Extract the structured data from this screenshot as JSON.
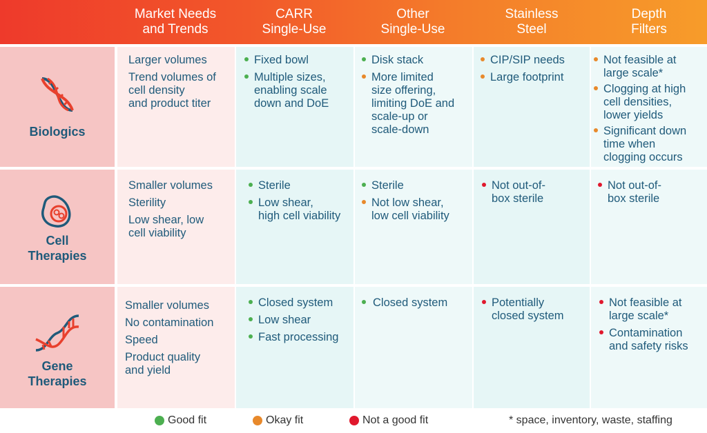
{
  "colors": {
    "good": "#4caf50",
    "okay": "#e8892b",
    "bad": "#e0182d",
    "header_start": "#f0442a",
    "header_end": "#f7a02a",
    "text": "#1f5a7a"
  },
  "header": {
    "col1": "Market Needs\nand Trends",
    "col2": "CARR\nSingle-Use",
    "col3": "Other\nSingle-Use",
    "col4": "Stainless\nSteel",
    "col5": "Depth\nFilters"
  },
  "rows": {
    "biologics": {
      "label": "Biologics",
      "icon": "dna-helix-icon",
      "needs": [
        "Larger volumes",
        "Trend volumes of\ncell density\nand product titer"
      ],
      "carr": [
        {
          "text": "Fixed bowl",
          "fit": "good"
        },
        {
          "text": "Multiple sizes,\nenabling scale\ndown and DoE",
          "fit": "good"
        }
      ],
      "other": [
        {
          "text": "Disk stack",
          "fit": "good"
        },
        {
          "text": "More limited\nsize offering,\nlimiting DoE and\nscale-up or\nscale-down",
          "fit": "okay"
        }
      ],
      "steel": [
        {
          "text": "CIP/SIP needs",
          "fit": "okay"
        },
        {
          "text": "Large footprint",
          "fit": "okay"
        }
      ],
      "depth": [
        {
          "text": "Not feasible at\nlarge scale*",
          "fit": "okay"
        },
        {
          "text": "Clogging at high\ncell densities,\nlower yields",
          "fit": "okay"
        },
        {
          "text": "Significant down\ntime when\nclogging occurs",
          "fit": "okay"
        }
      ]
    },
    "cell": {
      "label": "Cell\nTherapies",
      "icon": "cell-icon",
      "needs": [
        "Smaller volumes",
        "Sterility",
        "Low shear, low\ncell viability"
      ],
      "carr": [
        {
          "text": "Sterile",
          "fit": "good"
        },
        {
          "text": "Low shear,\nhigh cell viability",
          "fit": "good"
        }
      ],
      "other": [
        {
          "text": "Sterile",
          "fit": "good"
        },
        {
          "text": "Not low shear,\nlow cell viability",
          "fit": "okay"
        }
      ],
      "steel": [
        {
          "text": "Not out-of-\nbox sterile",
          "fit": "bad"
        }
      ],
      "depth": [
        {
          "text": "Not out-of-\nbox sterile",
          "fit": "bad"
        }
      ]
    },
    "gene": {
      "label": "Gene\nTherapies",
      "icon": "dna-double-helix-icon",
      "needs": [
        "Smaller volumes",
        "No contamination",
        "Speed",
        "Product quality\nand yield"
      ],
      "carr": [
        {
          "text": "Closed system",
          "fit": "good"
        },
        {
          "text": "Low shear",
          "fit": "good"
        },
        {
          "text": "Fast processing",
          "fit": "good"
        }
      ],
      "other": [
        {
          "text": "Closed system",
          "fit": "good"
        }
      ],
      "steel": [
        {
          "text": "Potentially\nclosed system",
          "fit": "bad"
        }
      ],
      "depth": [
        {
          "text": "Not feasible at\nlarge scale*",
          "fit": "bad"
        },
        {
          "text": "Contamination\nand safety risks",
          "fit": "bad"
        }
      ]
    }
  },
  "legend": {
    "good": "Good fit",
    "okay": "Okay fit",
    "bad": "Not a good fit",
    "footnote": "* space, inventory, waste, staffing"
  }
}
